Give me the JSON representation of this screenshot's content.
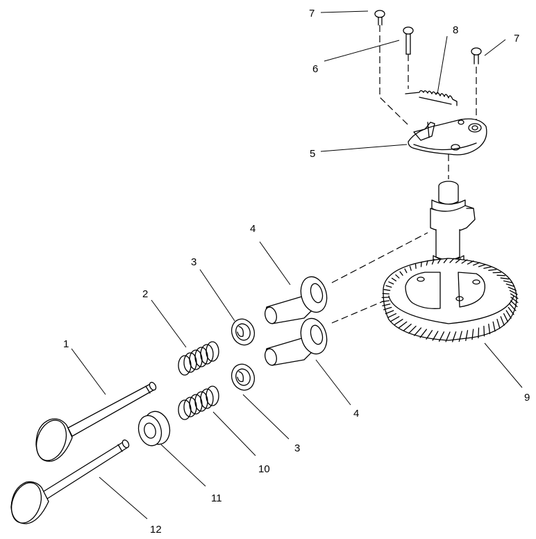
{
  "callouts": {
    "part1": "1",
    "part2": "2",
    "part3a": "3",
    "part3b": "3",
    "part4a": "4",
    "part4b": "4",
    "part5": "5",
    "part6": "6",
    "part7a": "7",
    "part7b": "7",
    "part8": "8",
    "part9": "9",
    "part10": "10",
    "part11": "11",
    "part12": "12"
  }
}
